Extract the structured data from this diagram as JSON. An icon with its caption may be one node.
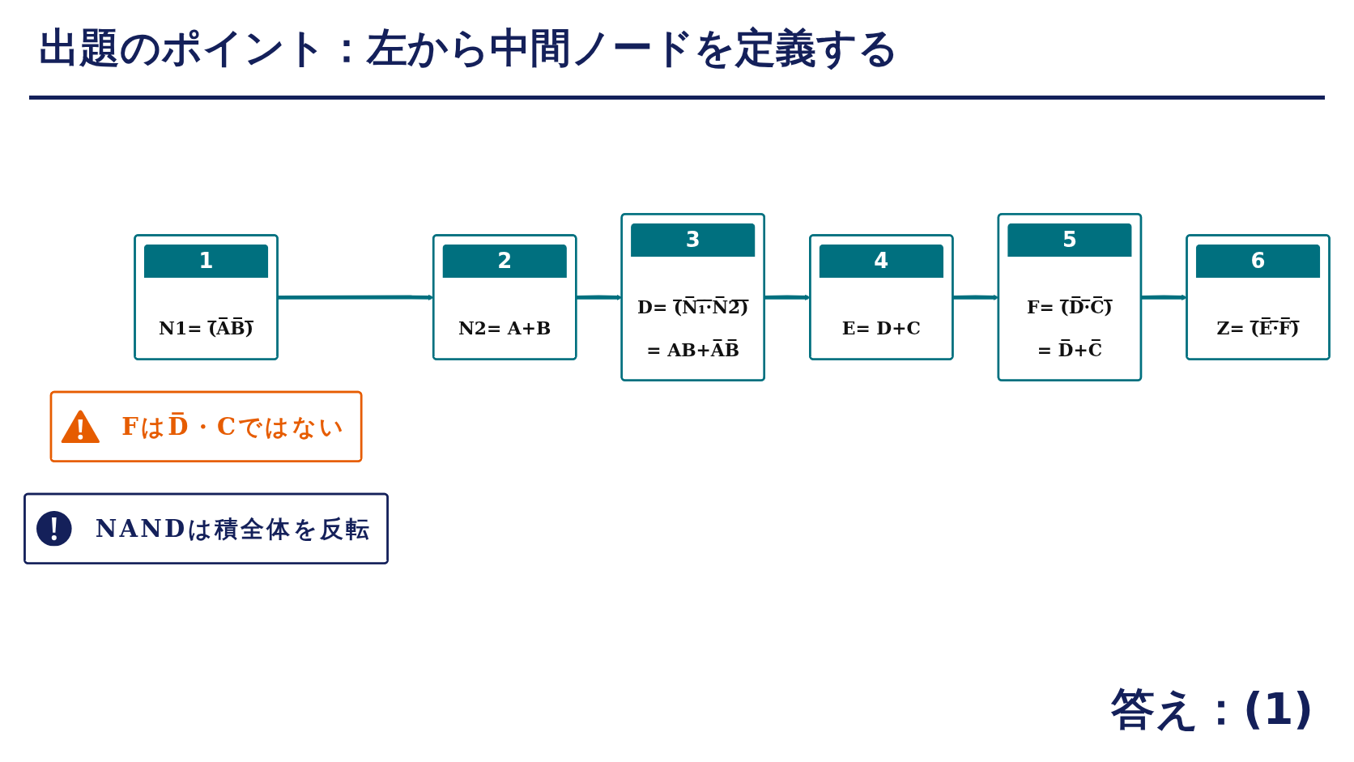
{
  "diagram": {
    "title": "出題のポイント：左から中間ノードを定義する",
    "nodes": [
      {
        "text": [
          "1",
          "N1= (̅A̅B̅)̅"
        ]
      },
      {
        "text": [
          "2",
          "N2= A+B"
        ]
      },
      {
        "text": [
          "3",
          "D= (̅N̅₁̅·̅N̅2̅)̅",
          "= AB+A̅B̅"
        ]
      },
      {
        "text": [
          "4",
          "E= D+C"
        ]
      },
      {
        "text": [
          "5",
          "F= (̅D̅·̅C̅)̅",
          "= D̅+C̅"
        ]
      },
      {
        "text": [
          "6",
          "Z= (̅E̅·̅F̅)̅"
        ]
      },
      {
        "text": [
          "FはD̅・Cではない"
        ]
      },
      {
        "text": [
          "NANDは積全体を反転"
        ]
      }
    ],
    "edges": [
      {
        "from": 0,
        "to": 1,
        "arrow": "to"
      },
      {
        "from": 1,
        "to": 2,
        "arrow": "to"
      },
      {
        "from": 2,
        "to": 3,
        "arrow": "to"
      },
      {
        "from": 3,
        "to": 4,
        "arrow": "to"
      },
      {
        "from": 4,
        "to": 5,
        "arrow": "to"
      }
    ],
    "labels": [
      "答え：(1)"
    ]
  }
}
